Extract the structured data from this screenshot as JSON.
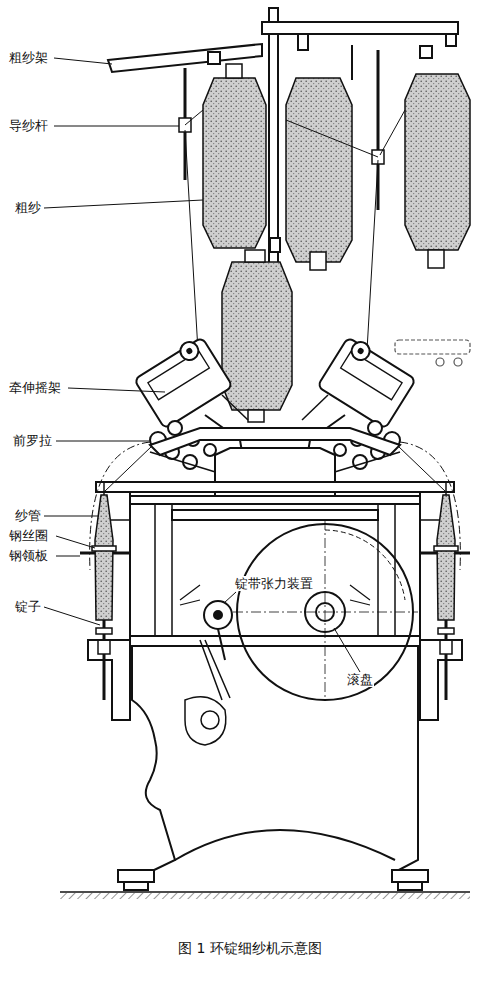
{
  "diagram": {
    "caption": "图 1 环锭细纱机示意图",
    "labels": [
      "粗纱架",
      "导纱杆",
      "粗纱",
      "牵伸摇架",
      "前罗拉",
      "纱管",
      "钢丝圈",
      "钢领板",
      "锭子",
      "锭带张力装置",
      "滚盘"
    ]
  }
}
